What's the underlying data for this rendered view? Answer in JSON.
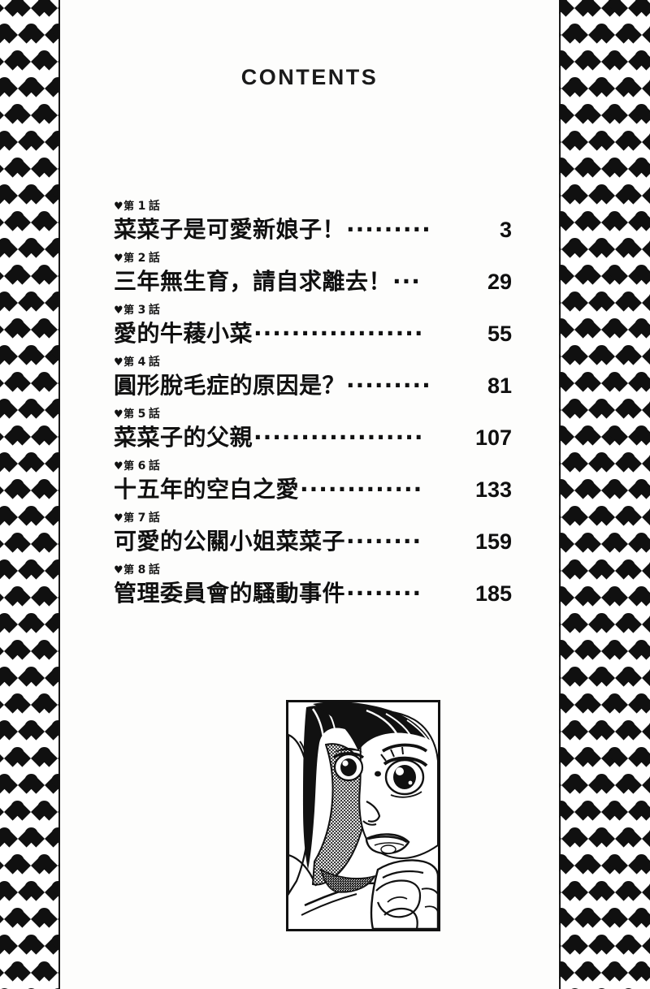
{
  "page": {
    "title": "CONTENTS",
    "background_color": "#fdfdfc",
    "ink_color": "#101010"
  },
  "border": {
    "motif": "heart",
    "heart_glyph": "♥",
    "color": "#101010"
  },
  "toc": {
    "entries": [
      {
        "label_prefix": "♥第",
        "number": "1",
        "label_suffix": "話",
        "title": "菜菜子是可愛新娘子！",
        "leader": "·········",
        "page": "3"
      },
      {
        "label_prefix": "♥第",
        "number": "2",
        "label_suffix": "話",
        "title": "三年無生育，請自求離去！",
        "leader": "···",
        "page": "29"
      },
      {
        "label_prefix": "♥第",
        "number": "3",
        "label_suffix": "話",
        "title": "愛的牛薐小菜",
        "leader": "··················",
        "page": "55"
      },
      {
        "label_prefix": "♥第",
        "number": "4",
        "label_suffix": "話",
        "title": "圓形脫毛症的原因是？",
        "leader": "·········",
        "page": "81"
      },
      {
        "label_prefix": "♥第",
        "number": "5",
        "label_suffix": "話",
        "title": "菜菜子的父親",
        "leader": "··················",
        "page": "107"
      },
      {
        "label_prefix": "♥第",
        "number": "6",
        "label_suffix": "話",
        "title": "十五年的空白之愛",
        "leader": "·············",
        "page": "133"
      },
      {
        "label_prefix": "♥第",
        "number": "7",
        "label_suffix": "話",
        "title": "可愛的公關小姐菜菜子",
        "leader": "········",
        "page": "159"
      },
      {
        "label_prefix": "♥第",
        "number": "8",
        "label_suffix": "話",
        "title": "管理委員會的騷動事件",
        "leader": "········",
        "page": "185"
      }
    ]
  },
  "illustration": {
    "caption": "manga close-up of a young woman's face resting on her hand"
  }
}
